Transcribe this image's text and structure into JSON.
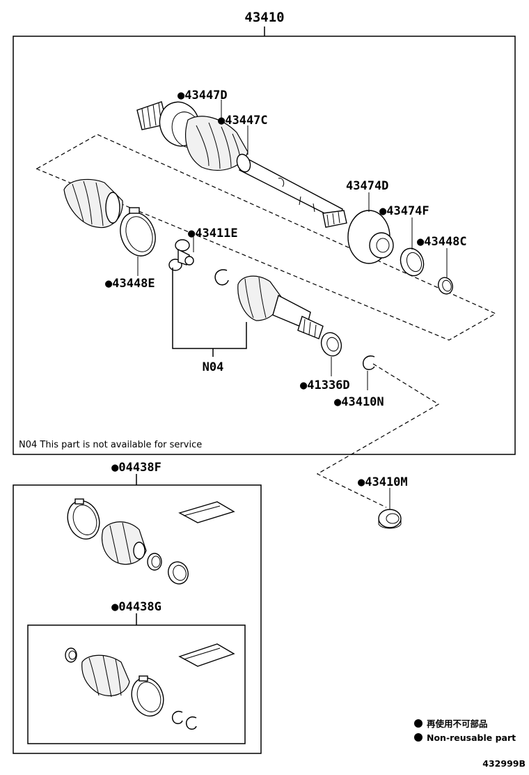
{
  "assembly_number": "43410",
  "parts": {
    "p43447D": "●43447D",
    "p43447C": "●43447C",
    "p43474D": "43474D",
    "p43474F": "●43474F",
    "p43448C": "●43448C",
    "p43411E": "●43411E",
    "p43448E": "●43448E",
    "pN04": "N04",
    "p41336D": "●41336D",
    "p43410N": "●43410N",
    "p43410M": "●43410M"
  },
  "note": "N04  This part is not available for service",
  "kits": {
    "outer_kit": "●04438F",
    "inner_kit": "●04438G"
  },
  "legend": {
    "jp": "再使用不可部品",
    "en": "Non-reusable part"
  },
  "diagram_code": "432999B",
  "colors": {
    "line": "#000000",
    "background": "#ffffff"
  }
}
